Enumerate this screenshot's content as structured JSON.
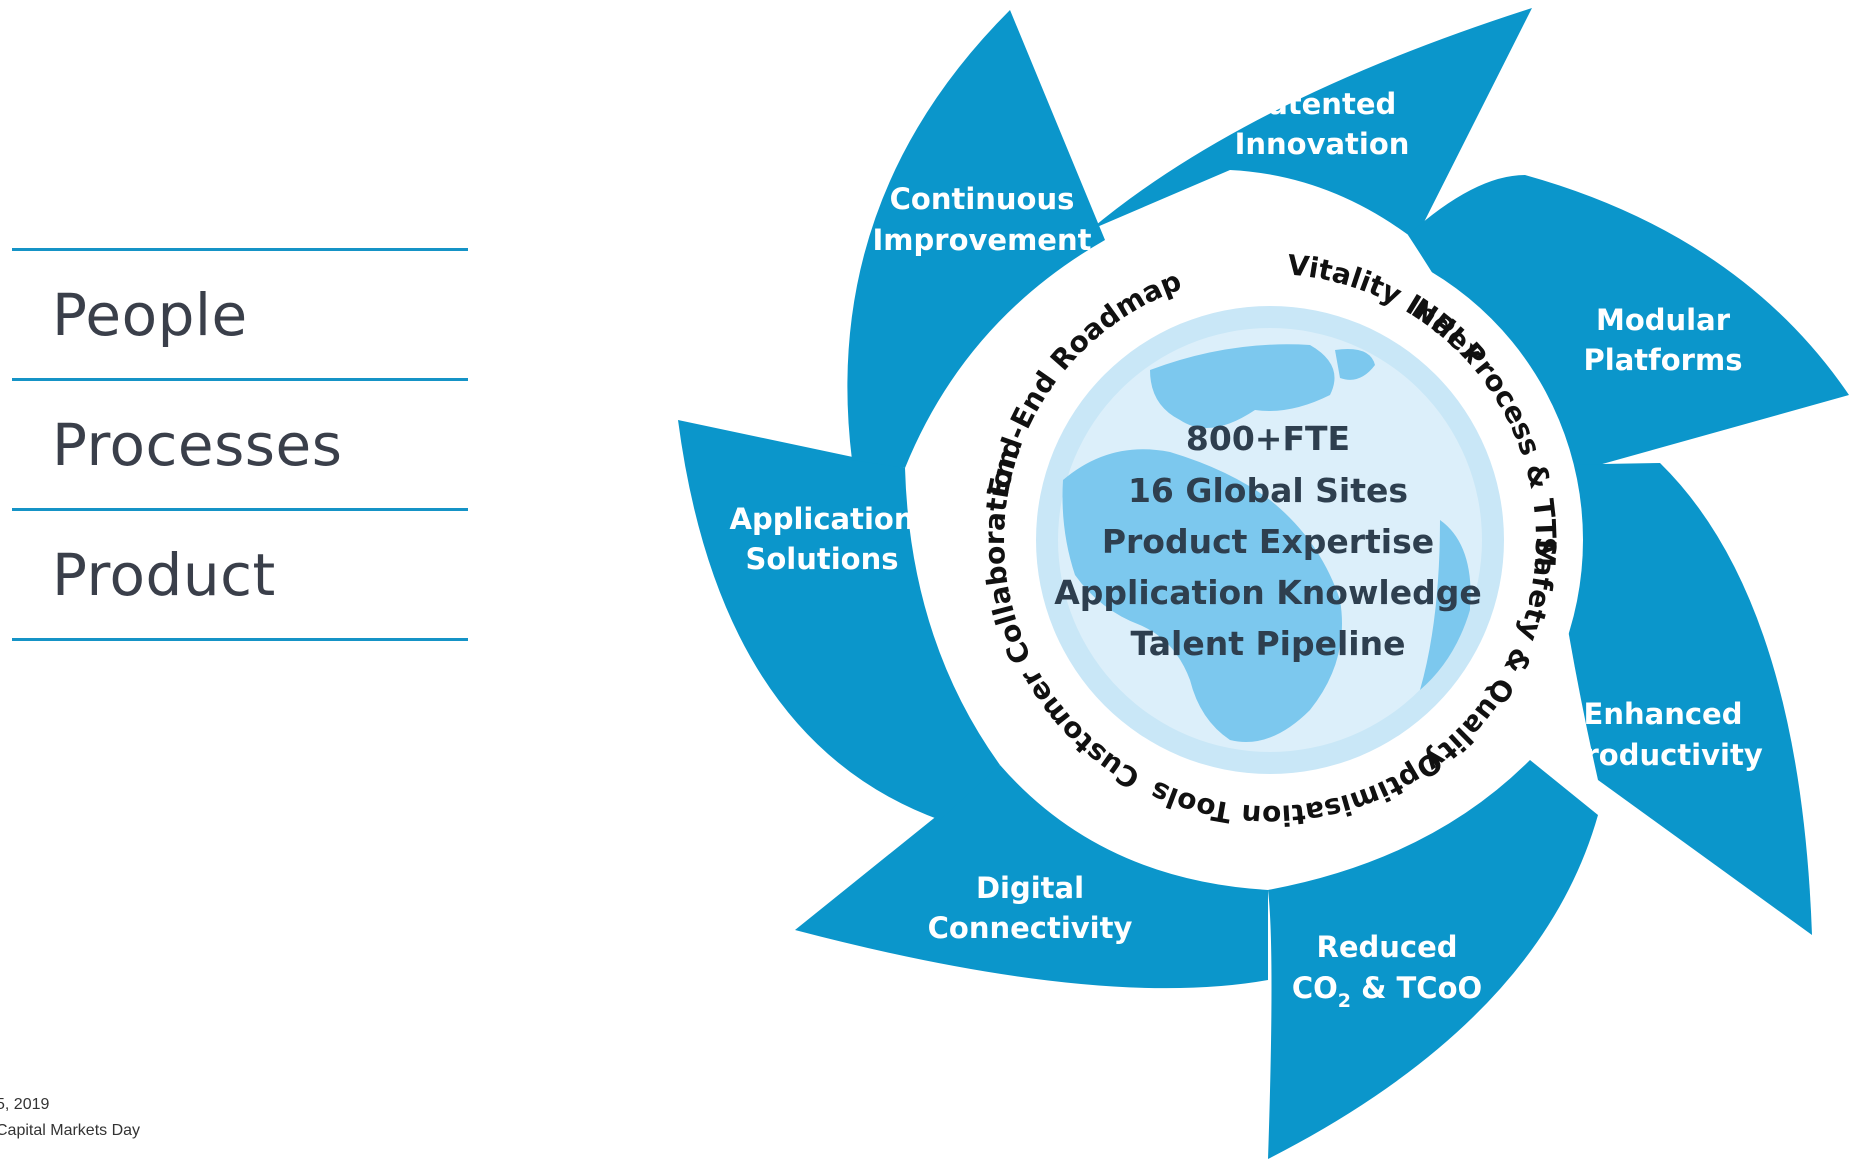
{
  "left_list": {
    "items": [
      {
        "label": "People"
      },
      {
        "label": "Processes"
      },
      {
        "label": "Product"
      }
    ]
  },
  "blades": [
    {
      "line1": "Patented",
      "line2": "Innovation"
    },
    {
      "line1": "Modular",
      "line2": "Platforms"
    },
    {
      "line1": "Enhanced",
      "line2": "Productivity"
    },
    {
      "line1": "Reduced",
      "line2": "CO",
      "sub": "2",
      "line2_rest": " & TCoO"
    },
    {
      "line1": "Digital",
      "line2": "Connectivity"
    },
    {
      "line1": "Application",
      "line2": "Solutions"
    },
    {
      "line1": "Continuous",
      "line2": "Improvement"
    }
  ],
  "ring_labels": [
    "Vitality Index",
    "NPI Process & TTM",
    "Safety & Quality",
    "Optimisation Tools",
    "Customer Collaboration",
    "End-End Roadmap"
  ],
  "center_lines": [
    "800+FTE",
    "16 Global Sites",
    "Product Expertise",
    "Application Knowledge",
    "Talent Pipeline"
  ],
  "footer": {
    "date": "5, 2019",
    "event": "Capital Markets Day"
  },
  "colors": {
    "blade": "#0b96cb",
    "globe_light": "#c9e7f7",
    "globe_land": "#7cc8ee",
    "left_rule": "#1593c6"
  }
}
